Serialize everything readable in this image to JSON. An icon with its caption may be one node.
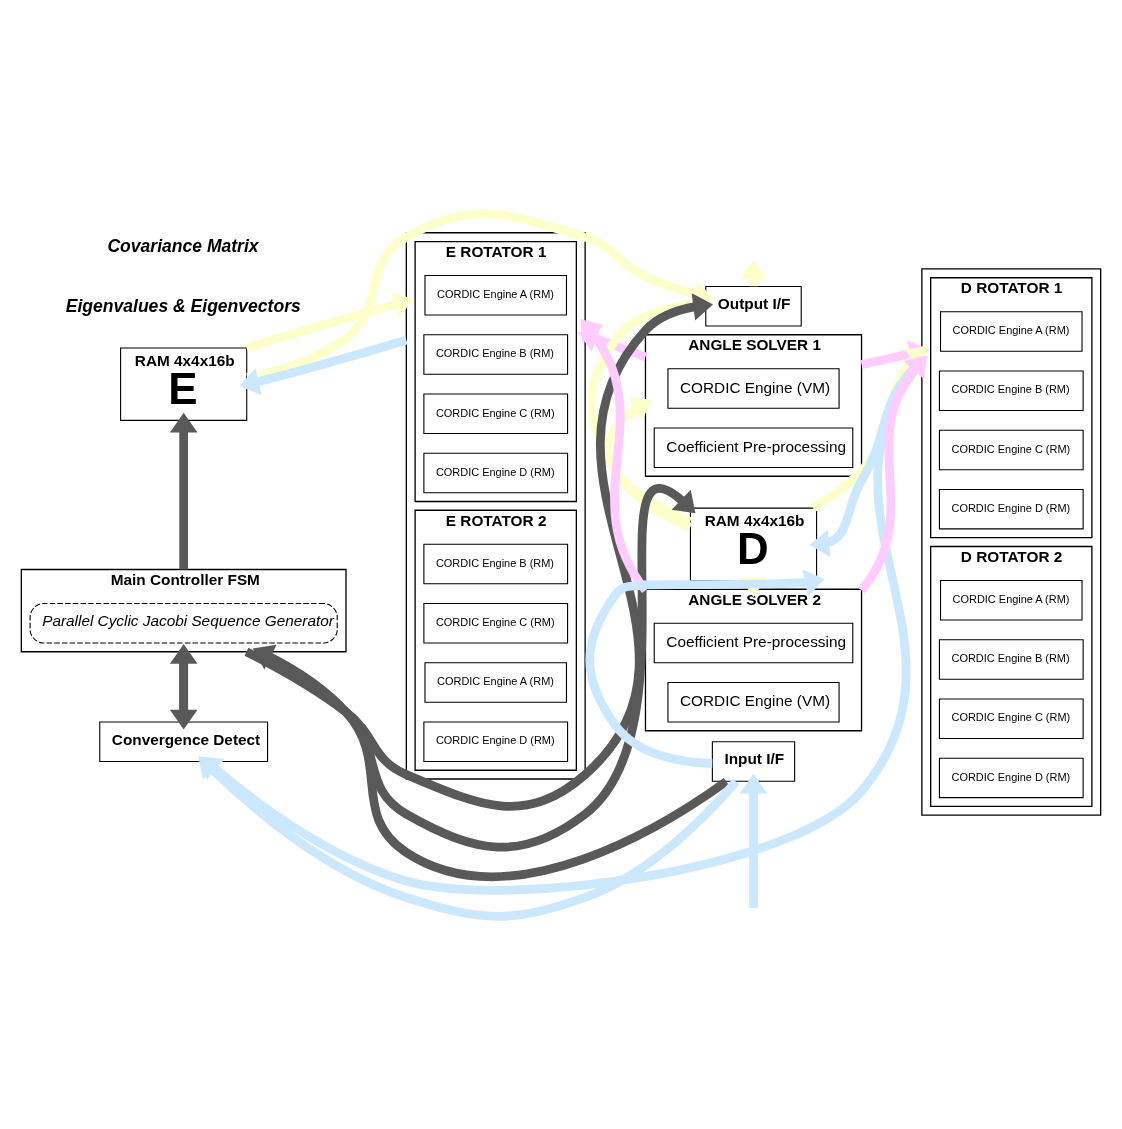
{
  "diagram": {
    "nodes": [
      {
        "text": [
          "Output I/F"
        ]
      },
      {
        "text": [
          "RAM 4x4x16b",
          "E"
        ]
      },
      {
        "text": [],
        "shape": "box"
      },
      {
        "text": [
          "E ROTATOR 1"
        ],
        "in": 2
      },
      {
        "text": [
          "CORDIC Engine A (RM)"
        ],
        "in": 3
      },
      {
        "text": [
          "CORDIC Engine B (RM)"
        ],
        "in": 3
      },
      {
        "text": [
          "CORDIC Engine C (RM)"
        ],
        "in": 3
      },
      {
        "text": [
          "CORDIC Engine D (RM)"
        ],
        "in": 3
      },
      {
        "text": [
          "E ROTATOR 2"
        ],
        "in": 2
      },
      {
        "text": [
          "CORDIC Engine A (RM)"
        ],
        "in": 8
      },
      {
        "text": [
          "CORDIC Engine B (RM)"
        ],
        "in": 8
      },
      {
        "text": [
          "CORDIC Engine C (RM)"
        ],
        "in": 8
      },
      {
        "text": [
          "CORDIC Engine D (RM)"
        ],
        "in": 8
      },
      {
        "text": [
          "ANGLE SOLVER 1"
        ]
      },
      {
        "text": [
          "CORDIC Engine (VM)"
        ],
        "in": 13
      },
      {
        "text": [
          "Coefficient Pre-processing"
        ],
        "in": 13
      },
      {
        "text": [
          "RAM 4x4x16b",
          "D"
        ]
      },
      {
        "text": [],
        "shape": "box"
      },
      {
        "text": [
          "D ROTATOR 1"
        ],
        "in": 17
      },
      {
        "text": [
          "CORDIC Engine A (RM)"
        ],
        "in": 18
      },
      {
        "text": [
          "CORDIC Engine B (RM)"
        ],
        "in": 18
      },
      {
        "text": [
          "CORDIC Engine C (RM)"
        ],
        "in": 18
      },
      {
        "text": [
          "CORDIC Engine D (RM)"
        ],
        "in": 18
      },
      {
        "text": [
          "D ROTATOR 2"
        ],
        "in": 17
      },
      {
        "text": [
          "CORDIC Engine A (RM)"
        ],
        "in": 23
      },
      {
        "text": [
          "CORDIC Engine B (RM)"
        ],
        "in": 23
      },
      {
        "text": [
          "CORDIC Engine C (RM)"
        ],
        "in": 23
      },
      {
        "text": [
          "CORDIC Engine D (RM)"
        ],
        "in": 23
      },
      {
        "text": [
          "Main Controller FSM"
        ]
      },
      {
        "text": [
          "Parallel Cyclic Jacobi Sequence Generator"
        ],
        "in": 28
      },
      {
        "text": [
          "ANGLE SOLVER 2"
        ]
      },
      {
        "text": [
          "Coefficient Pre-processing"
        ],
        "in": 30
      },
      {
        "text": [
          "CORDIC Engine (VM)"
        ],
        "in": 30
      },
      {
        "text": [
          "Convergence Detect"
        ]
      },
      {
        "text": [
          "Input I/F"
        ]
      }
    ],
    "edges": [
      {
        "from": 0,
        "to": null,
        "arrow": "to",
        "color": "#ffffcc"
      },
      {
        "from": 1,
        "to": 0,
        "arrow": "to",
        "color": "#ffffcc"
      },
      {
        "from": 1,
        "to": 2,
        "arrow": "to",
        "color": "#ffffcc"
      },
      {
        "from": 16,
        "to": 0,
        "arrow": "to",
        "color": "#ffffcc"
      },
      {
        "from": 16,
        "to": 13,
        "arrow": "to",
        "color": "#ffffcc"
      },
      {
        "from": 16,
        "to": 17,
        "arrow": "to",
        "color": "#ffffcc"
      },
      {
        "from": 16,
        "to": 30,
        "arrow": "to",
        "color": "#ffffcc"
      },
      {
        "from": 13,
        "to": 2,
        "arrow": "to",
        "color": "#ffccff"
      },
      {
        "from": 13,
        "to": 17,
        "arrow": "to",
        "color": "#ffccff"
      },
      {
        "from": 30,
        "to": 2,
        "arrow": "to",
        "color": "#ffccff"
      },
      {
        "from": 30,
        "to": 17,
        "arrow": "to",
        "color": "#ffccff"
      },
      {
        "from": 2,
        "to": 1,
        "arrow": "to",
        "color": "#cce8ff"
      },
      {
        "from": 17,
        "to": 16,
        "arrow": "to",
        "color": "#cce8ff"
      },
      {
        "from": 34,
        "to": 16,
        "arrow": "to",
        "color": "#cce8ff"
      },
      {
        "from": 17,
        "to": 33,
        "arrow": "to",
        "color": "#cce8ff"
      },
      {
        "from": 34,
        "to": 33,
        "arrow": "to",
        "color": "#cce8ff"
      },
      {
        "from": null,
        "to": 34,
        "arrow": "to",
        "color": "#cce8ff"
      },
      {
        "from": 28,
        "to": 0,
        "arrow": "to",
        "color": "#595959"
      },
      {
        "from": 28,
        "to": 1,
        "arrow": "to",
        "color": "#595959"
      },
      {
        "from": 28,
        "to": 16,
        "arrow": "to",
        "color": "#595959"
      },
      {
        "from": 28,
        "to": 33,
        "arrow": "to",
        "color": "#595959"
      },
      {
        "from": 33,
        "to": 28,
        "arrow": "to",
        "color": "#595959"
      },
      {
        "from": 34,
        "to": 28,
        "arrow": "to",
        "color": "#595959"
      }
    ],
    "labels": [
      "Eigenvalues & Eigenvectors",
      "Covariance Matrix"
    ]
  }
}
